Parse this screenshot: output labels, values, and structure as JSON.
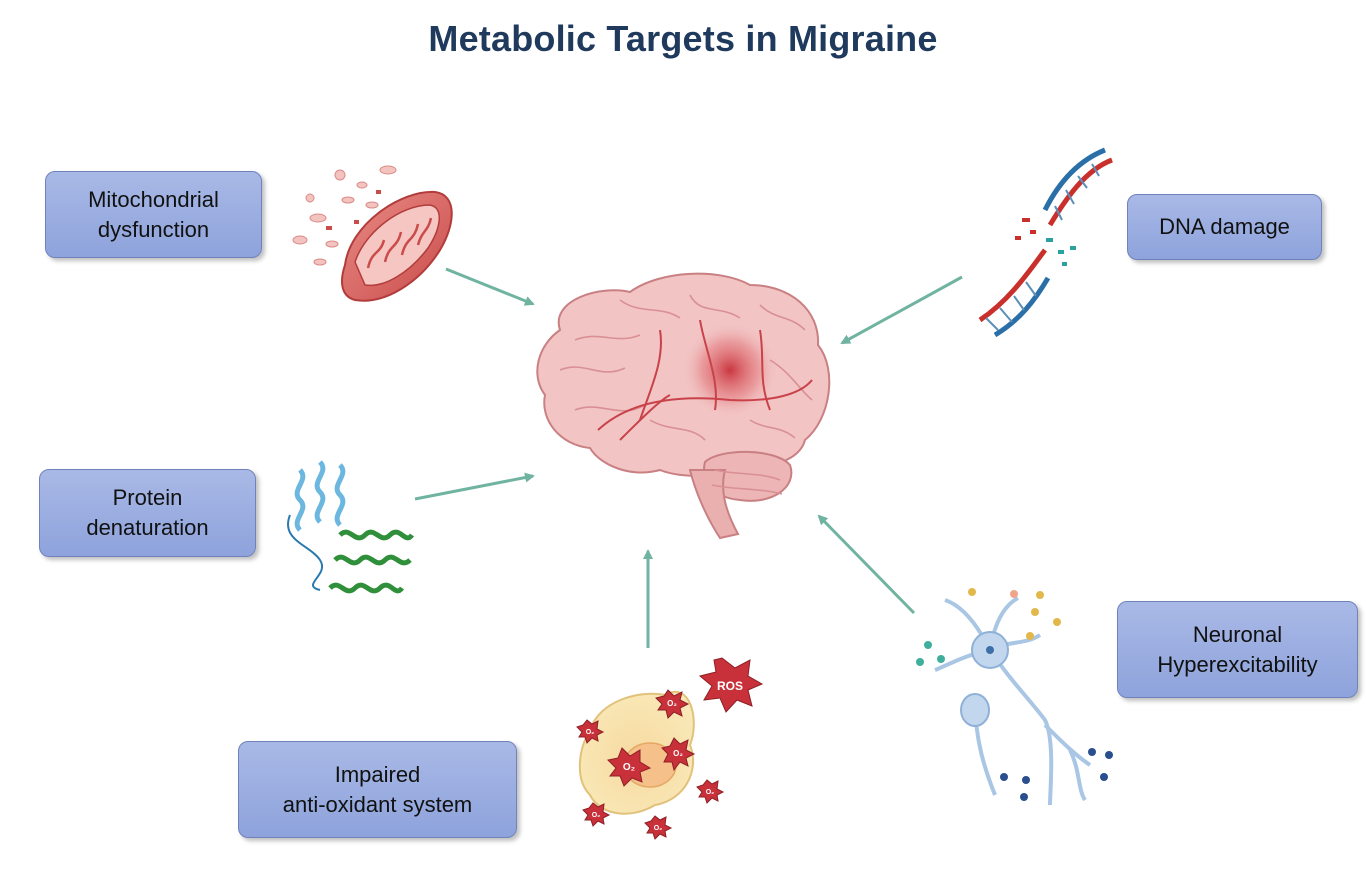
{
  "title": "Metabolic Targets in Migraine",
  "labels": {
    "mitochondrial": "Mitochondrial\ndysfunction",
    "dna": "DNA damage",
    "protein": "Protein\ndenaturation",
    "neuronal": "Neuronal\nHyperexcitability",
    "antioxidant": "Impaired\nanti-oxidant system"
  },
  "ros_labels": {
    "ros": "ROS",
    "o2": "O₂"
  },
  "colors": {
    "arrow": "#6fb3a0",
    "box_fill": "#9fb1e3",
    "title": "#1f3a5c",
    "brain": "#f2c4c4",
    "brain_vessel": "#c9424a"
  }
}
